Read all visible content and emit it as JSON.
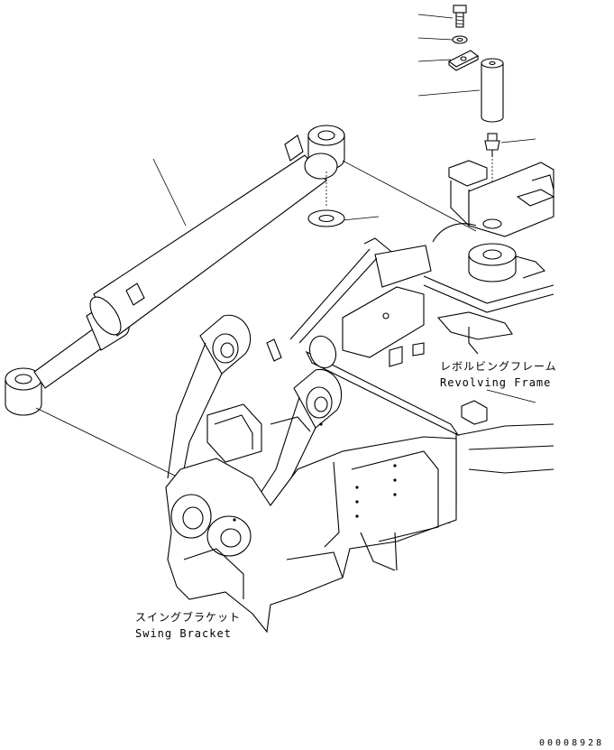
{
  "labels": {
    "revolving_frame_jp": "レボルビングフレーム",
    "revolving_frame_en": "Revolving Frame",
    "swing_bracket_jp": "スイングブラケット",
    "swing_bracket_en": "Swing Bracket"
  },
  "document_number": "00008928",
  "callout_count": 7
}
